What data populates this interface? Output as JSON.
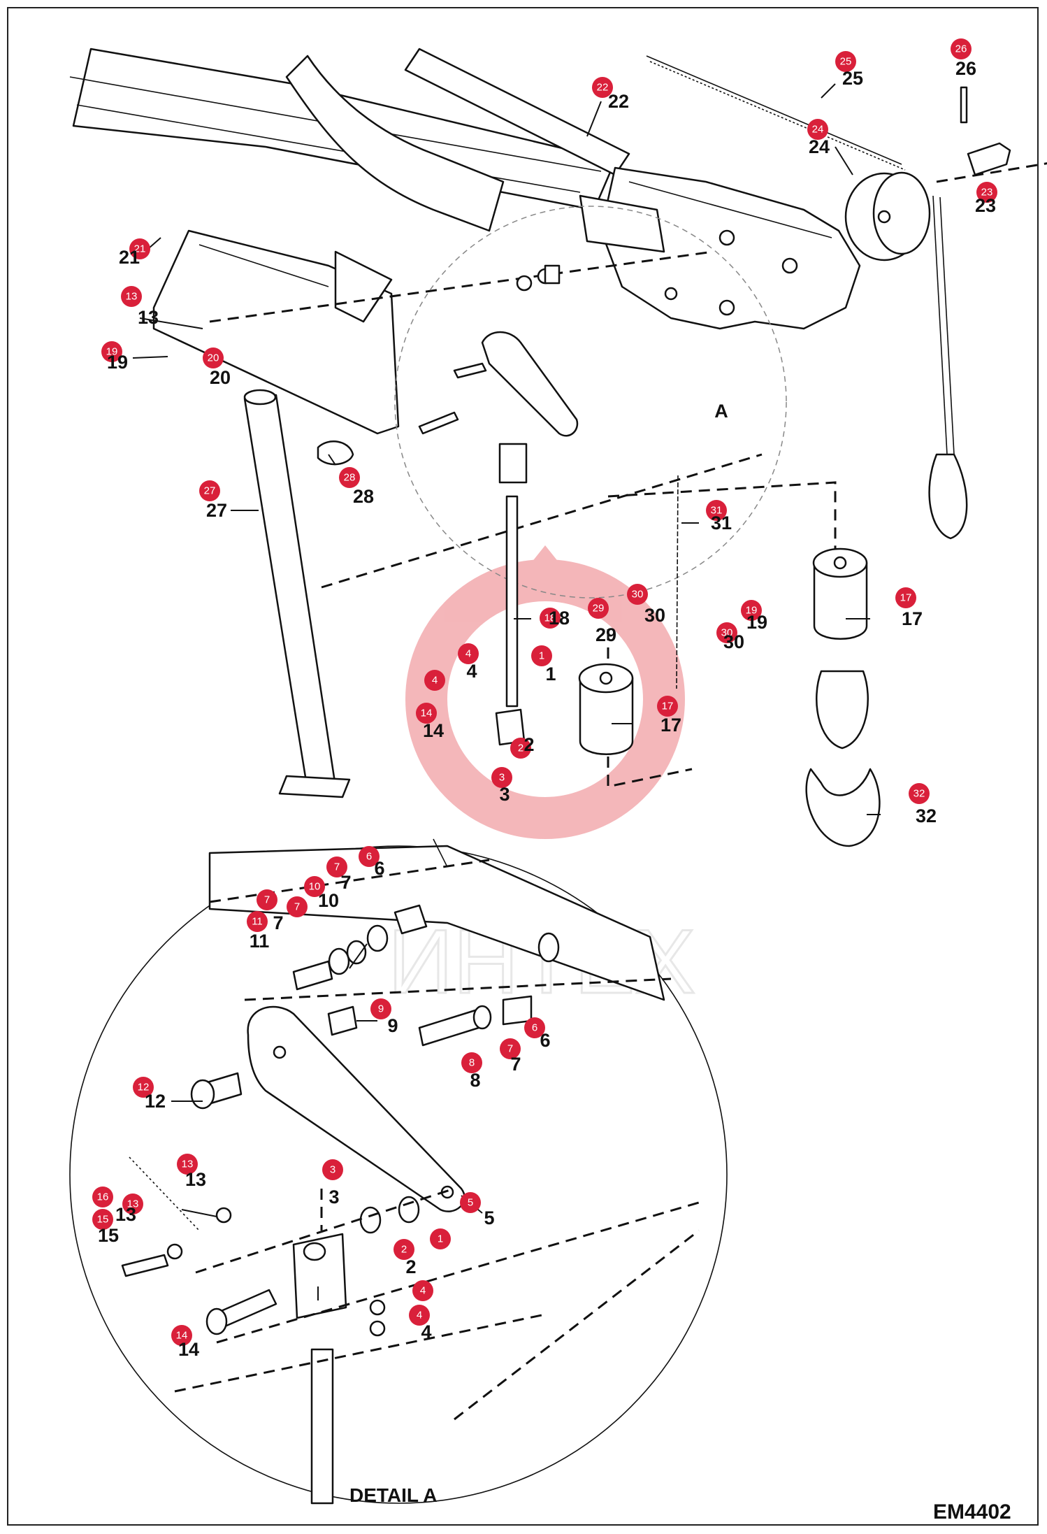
{
  "detail_label": "DETAIL A",
  "detail_marker": "A",
  "drawing_code": "EM4402",
  "watermark": "ИНТЕХ",
  "callouts": [
    {
      "id": "c01",
      "badge": "21",
      "label": "21"
    },
    {
      "id": "c02",
      "badge": "13",
      "label": "13"
    },
    {
      "id": "c03",
      "badge": "19",
      "label": "19"
    },
    {
      "id": "c04",
      "badge": "20",
      "label": "20"
    },
    {
      "id": "c05",
      "badge": "22",
      "label": "22"
    },
    {
      "id": "c06",
      "badge": "25",
      "label": "25"
    },
    {
      "id": "c07",
      "badge": "26",
      "label": "26"
    },
    {
      "id": "c08",
      "badge": "24",
      "label": "24"
    },
    {
      "id": "c09",
      "badge": "23",
      "label": "23"
    },
    {
      "id": "c10",
      "badge": "27",
      "label": "27"
    },
    {
      "id": "c11",
      "badge": "28",
      "label": "28"
    },
    {
      "id": "c12",
      "badge": "31",
      "label": "31"
    },
    {
      "id": "c13",
      "badge": "18",
      "label": "18"
    },
    {
      "id": "c14",
      "badge": "17",
      "label": "17"
    },
    {
      "id": "c15",
      "badge": "19",
      "label": "19"
    },
    {
      "id": "c16",
      "badge": "30",
      "label": "30"
    },
    {
      "id": "c17",
      "badge": "29",
      "label": "29"
    },
    {
      "id": "c18",
      "badge": "30",
      "label": "30"
    },
    {
      "id": "c19",
      "badge": "4",
      "label": "4"
    },
    {
      "id": "c20",
      "badge": "4",
      "label": ""
    },
    {
      "id": "c21",
      "badge": "1",
      "label": "1"
    },
    {
      "id": "c22",
      "badge": "14",
      "label": "14"
    },
    {
      "id": "c23",
      "badge": "2",
      "label": "2"
    },
    {
      "id": "c24",
      "badge": "3",
      "label": "3"
    },
    {
      "id": "c25",
      "badge": "17",
      "label": "17"
    },
    {
      "id": "c26",
      "badge": "32",
      "label": "32"
    },
    {
      "id": "c27",
      "badge": "6",
      "label": "6"
    },
    {
      "id": "c28",
      "badge": "7",
      "label": "7"
    },
    {
      "id": "c29",
      "badge": "10",
      "label": "10"
    },
    {
      "id": "c30",
      "badge": "7",
      "label": "7"
    },
    {
      "id": "c31",
      "badge": "7",
      "label": ""
    },
    {
      "id": "c32",
      "badge": "11",
      "label": "11"
    },
    {
      "id": "c33",
      "badge": "9",
      "label": "9"
    },
    {
      "id": "c34",
      "badge": "6",
      "label": "6"
    },
    {
      "id": "c35",
      "badge": "7",
      "label": "7"
    },
    {
      "id": "c36",
      "badge": "8",
      "label": "8"
    },
    {
      "id": "c37",
      "badge": "12",
      "label": "12"
    },
    {
      "id": "c38",
      "badge": "13",
      "label": "13"
    },
    {
      "id": "c39",
      "badge": "16",
      "label": ""
    },
    {
      "id": "c40",
      "badge": "13",
      "label": "13"
    },
    {
      "id": "c41",
      "badge": "15",
      "label": "15"
    },
    {
      "id": "c42",
      "badge": "3",
      "label": "3"
    },
    {
      "id": "c43",
      "badge": "5",
      "label": "5"
    },
    {
      "id": "c44",
      "badge": "1",
      "label": ""
    },
    {
      "id": "c45",
      "badge": "2",
      "label": "2"
    },
    {
      "id": "c46",
      "badge": "4",
      "label": ""
    },
    {
      "id": "c47",
      "badge": "4",
      "label": "4"
    },
    {
      "id": "c48",
      "badge": "14",
      "label": "14"
    }
  ]
}
